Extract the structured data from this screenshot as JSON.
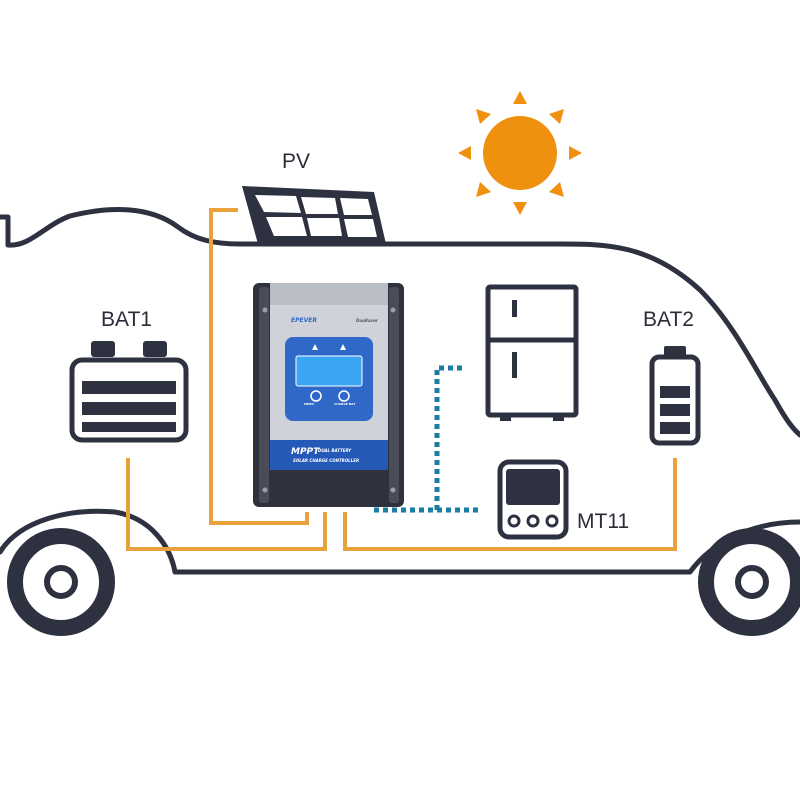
{
  "labels": {
    "pv": "PV",
    "bat1": "BAT1",
    "bat2": "BAT2",
    "mt11": "MT11"
  },
  "controller": {
    "brand": "EPEVER",
    "model": "DuoRacer",
    "product": "MPPT",
    "line1": "DUAL BATTERY",
    "line2": "SOLAR CHARGE CONTROLLER",
    "btn_left": "MENU",
    "btn_right": "CHARGE BAT"
  },
  "colors": {
    "outline": "#2e3140",
    "wire_power": "#e9a23b",
    "wire_comm": "#1a7ea3",
    "sun": "#f0900f",
    "screen": "#2f8fe6",
    "panel_blue": "#2f68c7"
  },
  "icons": [
    "sun-icon",
    "solar-panel-icon",
    "battery-icon",
    "refrigerator-icon",
    "remote-meter-icon",
    "wheel-icon"
  ]
}
